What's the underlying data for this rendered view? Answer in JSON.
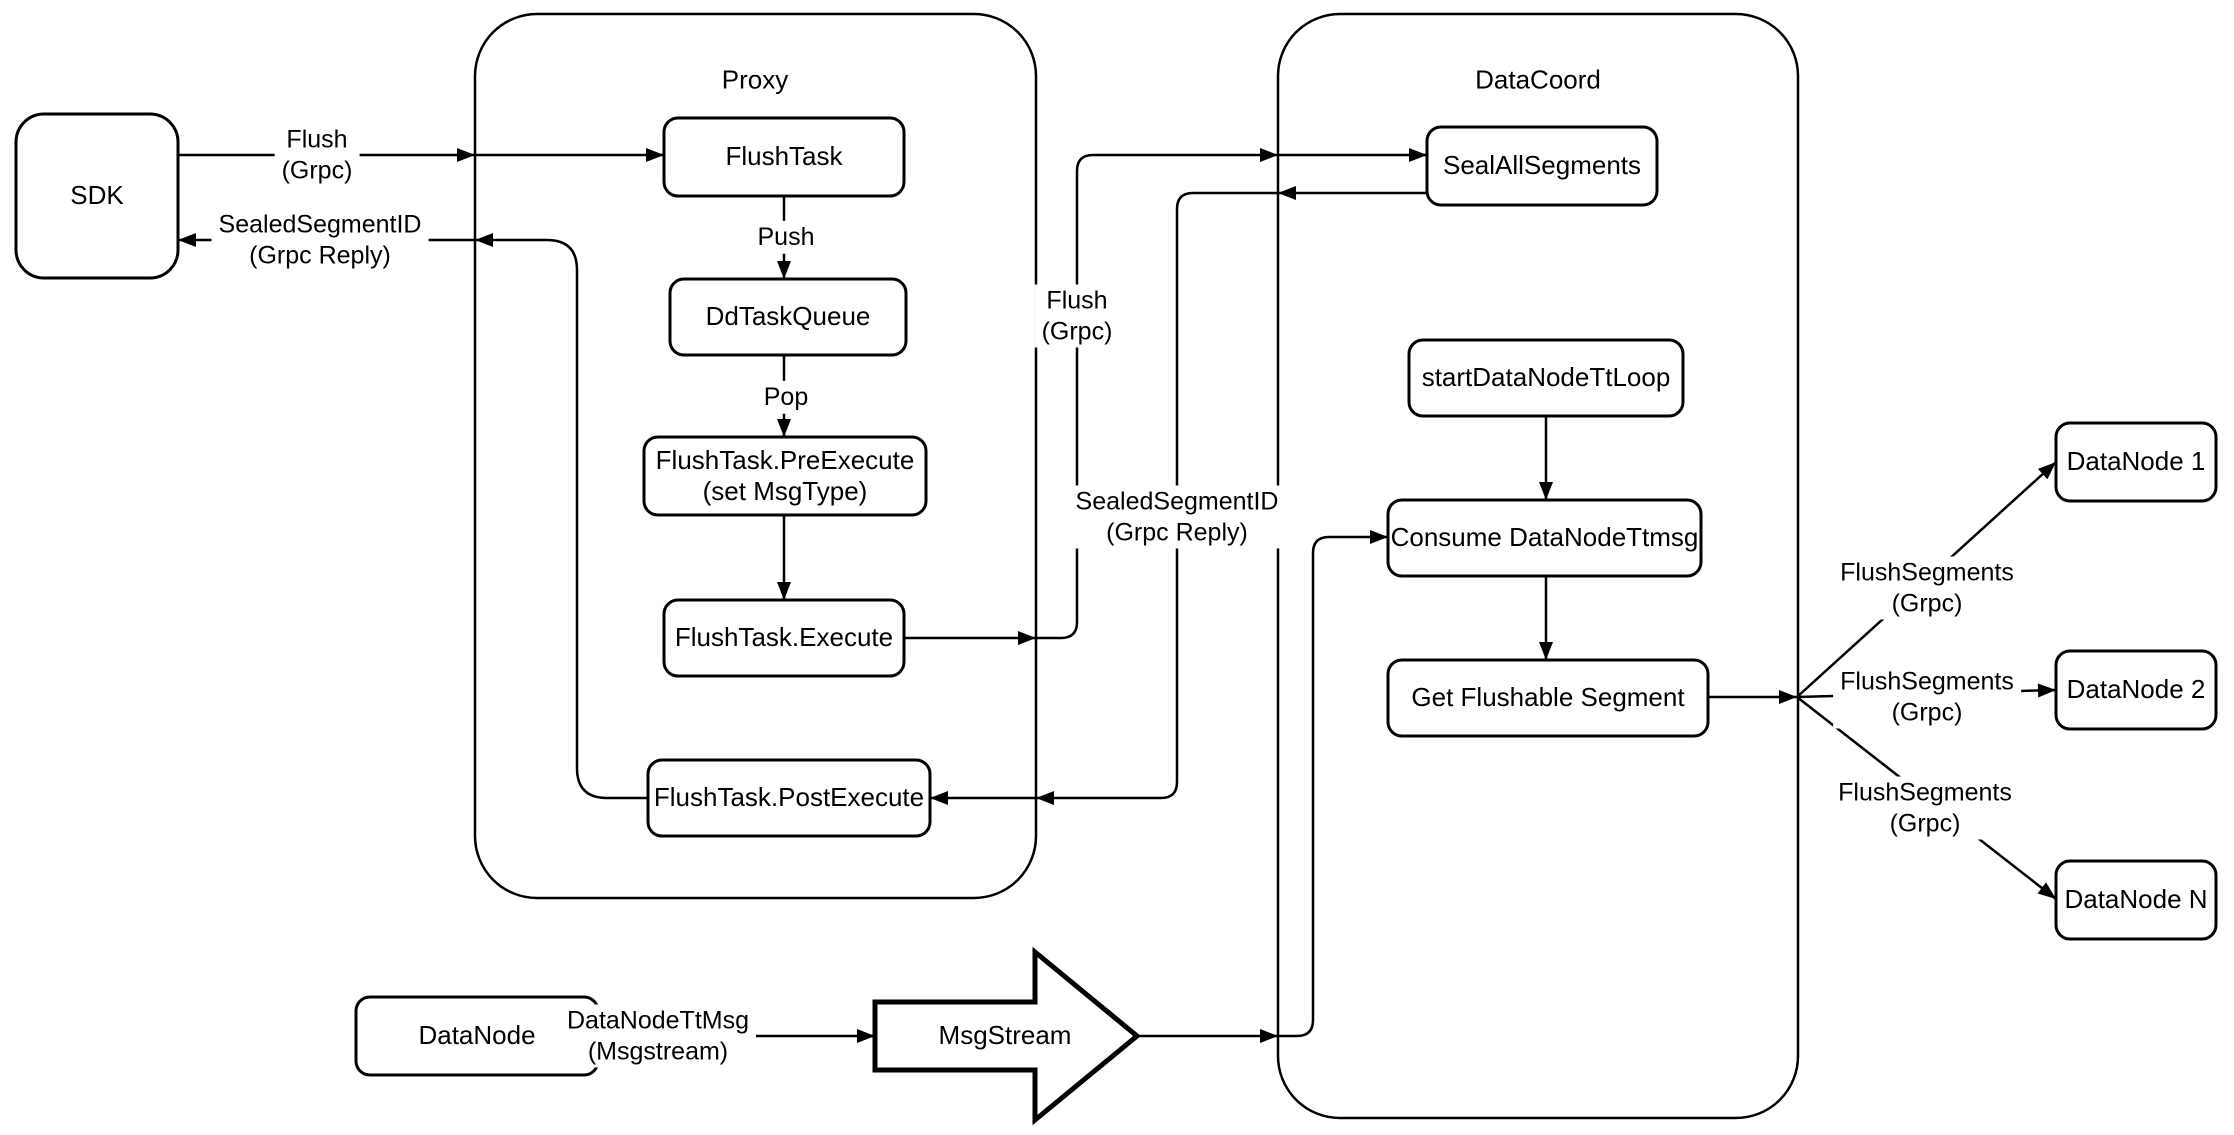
{
  "diagram": {
    "colors": {
      "stroke": "#000000",
      "background": "#ffffff"
    },
    "containers": {
      "proxy": {
        "title": "Proxy"
      },
      "datacoord": {
        "title": "DataCoord"
      }
    },
    "nodes": {
      "sdk": {
        "label": "SDK"
      },
      "flush_task": {
        "label": "FlushTask"
      },
      "dd_task_queue": {
        "label": "DdTaskQueue"
      },
      "pre_execute": {
        "label": "FlushTask.PreExecute\n(set MsgType)"
      },
      "execute": {
        "label": "FlushTask.Execute"
      },
      "post_execute": {
        "label": "FlushTask.PostExecute"
      },
      "seal_all_segments": {
        "label": "SealAllSegments"
      },
      "start_datanode_tt_loop": {
        "label": "startDataNodeTtLoop"
      },
      "consume_datanode_ttmsg": {
        "label": "Consume DataNodeTtmsg"
      },
      "get_flushable_segment": {
        "label": "Get Flushable Segment"
      },
      "datanode_1": {
        "label": "DataNode 1"
      },
      "datanode_2": {
        "label": "DataNode 2"
      },
      "datanode_n": {
        "label": "DataNode N"
      },
      "datanode": {
        "label": "DataNode"
      },
      "msgstream": {
        "label": "MsgStream"
      }
    },
    "edge_labels": {
      "flush_grpc_left": "Flush\n(Grpc)",
      "sealed_segment_reply_left": "SealedSegmentID\n(Grpc Reply)",
      "push": "Push",
      "pop": "Pop",
      "flush_grpc_mid": "Flush\n(Grpc)",
      "sealed_segment_reply_mid": "SealedSegmentID\n(Grpc Reply)",
      "flush_segments_1": "FlushSegments\n(Grpc)",
      "flush_segments_2": "FlushSegments\n(Grpc)",
      "flush_segments_3": "FlushSegments\n(Grpc)",
      "datanode_ttmsg": "DataNodeTtMsg\n(Msgstream)"
    }
  }
}
